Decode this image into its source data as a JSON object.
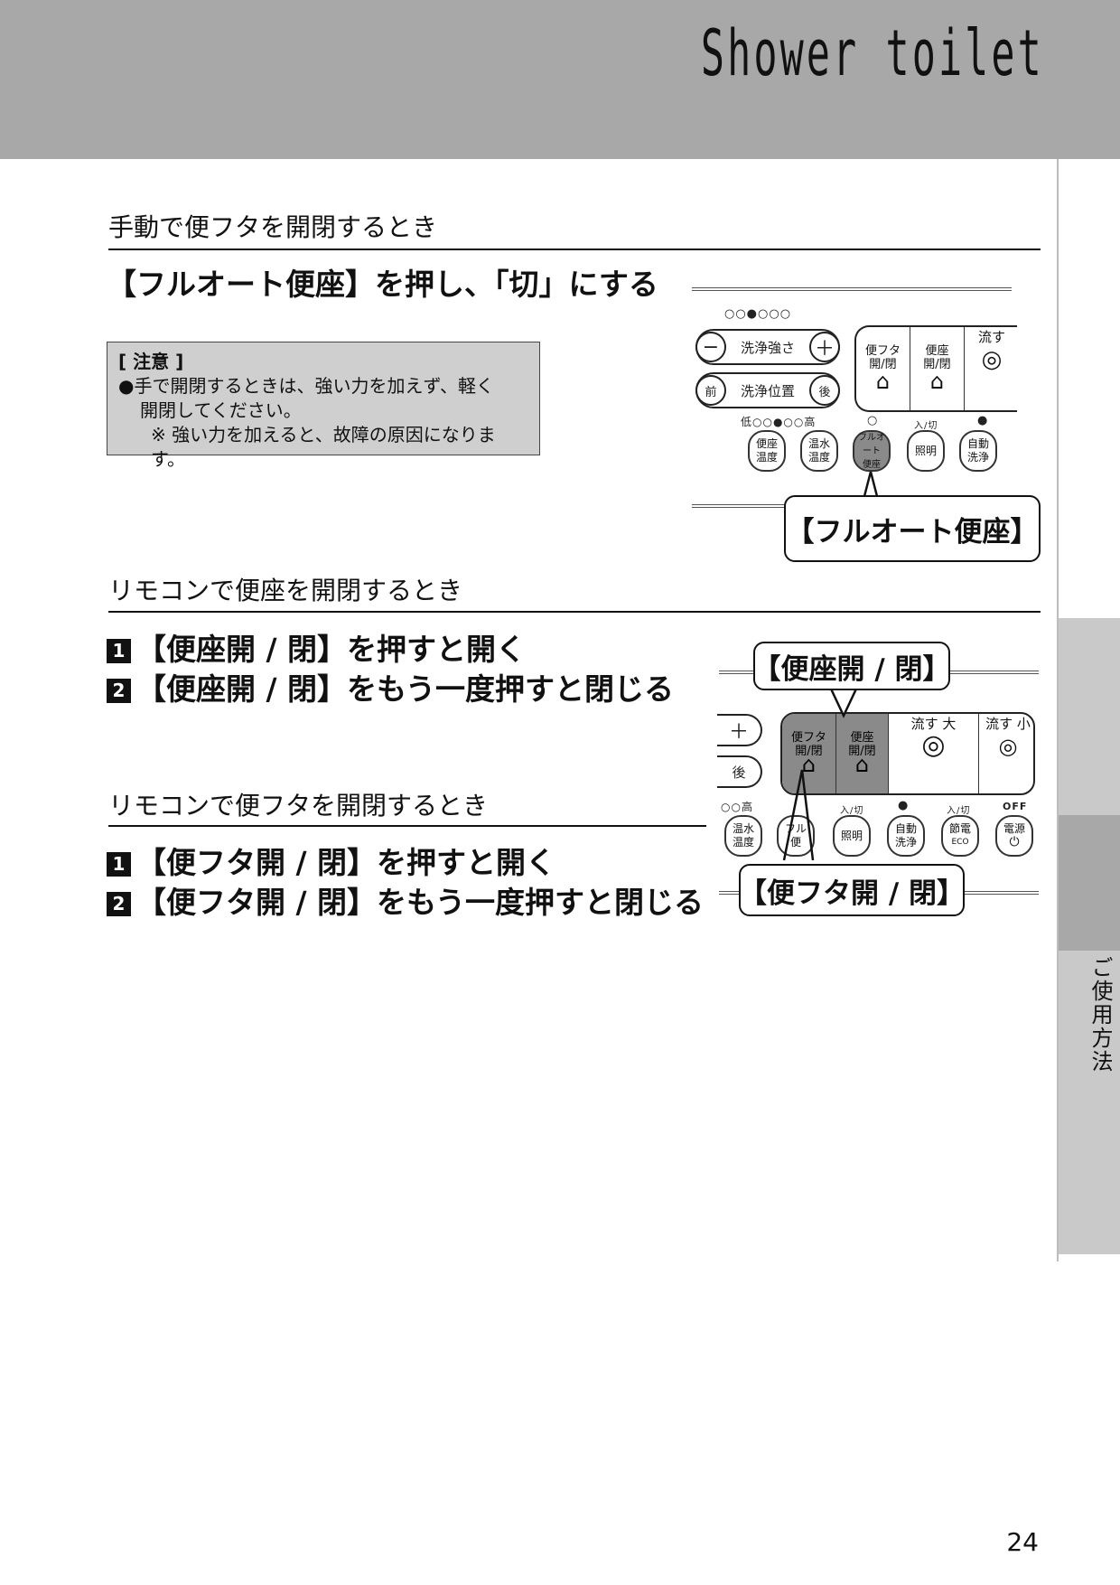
{
  "header": {
    "brand": "Shower toilet"
  },
  "side_tab": {
    "label": "ご使用方法"
  },
  "section1": {
    "heading": "手動で便フタを開閉するとき",
    "step": "【フルオート便座】を押し、「切」にする",
    "caution": {
      "title": "[ 注意 ]",
      "line1": "●手で開閉するときは、強い力を加えず、軽く",
      "line2": "開閉してください。",
      "line3": "※ 強い力を加えると、故障の原因になります。"
    },
    "callout": "【フルオート便座】"
  },
  "section2": {
    "heading": "リモコンで便座を開閉するとき",
    "steps": [
      {
        "num": "1",
        "text": "【便座開 / 閉】を押すと開く"
      },
      {
        "num": "2",
        "text": "【便座開 / 閉】をもう一度押すと閉じる"
      }
    ],
    "callout": "【便座開 / 閉】"
  },
  "section3": {
    "heading": "リモコンで便フタを開閉するとき",
    "steps": [
      {
        "num": "1",
        "text": "【便フタ開 / 閉】を押すと開く"
      },
      {
        "num": "2",
        "text": "【便フタ開 / 閉】をもう一度押すと閉じる"
      }
    ],
    "callout": "【便フタ開 / 閉】"
  },
  "remote1": {
    "top_dots": "○○●○○○",
    "minus": "−",
    "wash_strength": "洗浄強さ",
    "plus": "＋",
    "front": "前",
    "wash_position": "洗浄位置",
    "back": "後",
    "lid_open_close": "便フタ\n開/閉",
    "seat_open_close": "便座\n開/閉",
    "flush": "流す",
    "temp_dots": "低○○●○○高",
    "status_dot_off": "○",
    "status_dot_on": "●",
    "on_off": "入/切",
    "seat_temp": "便座\n温度",
    "water_temp": "温水\n温度",
    "full_auto_seat": "フルオート\n便座",
    "light": "照明",
    "auto_wash": "自動\n洗浄"
  },
  "remote2": {
    "lid_open_close": "便フタ\n開/閉",
    "seat_open_close": "便座\n開/閉",
    "flush_large": "流す 大",
    "flush_small": "流す 小",
    "plus": "＋",
    "back": "後",
    "dots": "○○高",
    "on_off_1": "入/切",
    "on_off_2": "入/切",
    "off": "OFF",
    "status_dot_on": "●",
    "water_temp": "温水\n温度",
    "full_auto_partial": "フル\n便",
    "light": "照明",
    "auto_wash": "自動\n洗浄",
    "power_save": "節電",
    "eco": "ECO",
    "power": "電源"
  },
  "page_number": "24"
}
